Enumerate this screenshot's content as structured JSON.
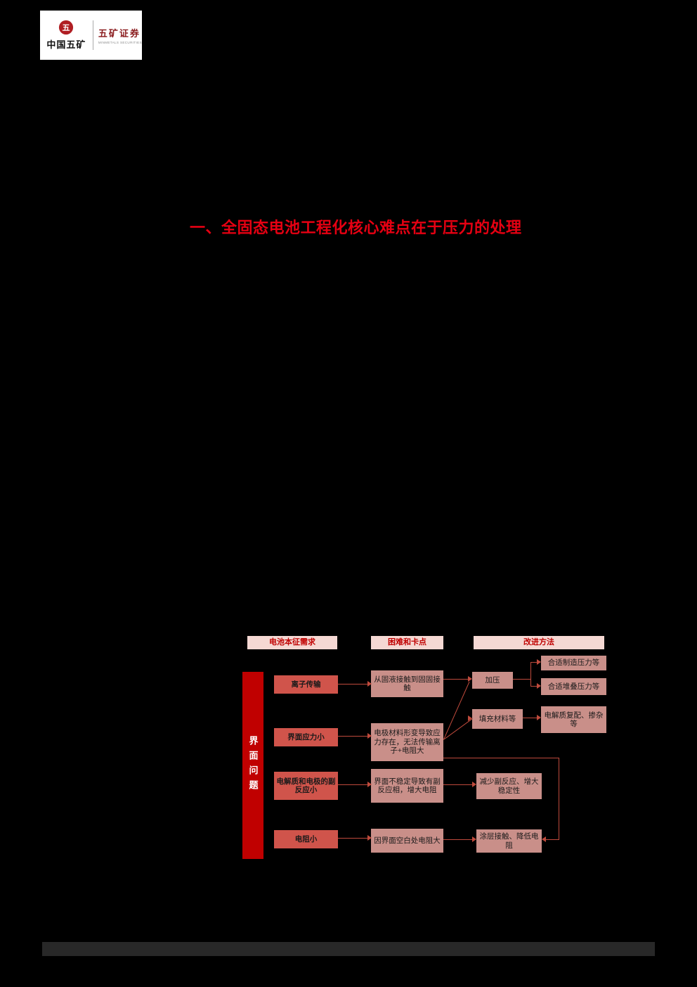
{
  "page": {
    "background_color": "#000000",
    "footer_bar_color": "#282828"
  },
  "logo": {
    "company": "中国五矿",
    "emblem_glyph": "五",
    "brand": "五矿证券",
    "brand_sub": "MINMETALS SECURITIES",
    "brand_color": "#8b1d1f",
    "emblem_color": "#b01e23"
  },
  "heading": {
    "text": "一、全固态电池工程化核心难点在于压力的处理",
    "color": "#e60012"
  },
  "figure": {
    "column_headers": [
      "电池本征需求",
      "困难和卡点",
      "改进方法"
    ],
    "side_label": "界面问题",
    "needs": [
      "离子传输",
      "界面应力小",
      "电解质和电极的副反应小",
      "电阻小"
    ],
    "difficulties": [
      "从固液接触到固固接触",
      "电极材料形变导致应力存在，无法传输离子+电阻大",
      "界面不稳定导致有副反应相，增大电阻",
      "因界面空白处电阻大"
    ],
    "methods": [
      "加压",
      "填充材料等",
      "减少副反应、增大稳定性",
      "涂层接触、降低电阻"
    ],
    "sub_methods": [
      "合适制造压力等",
      "合适堆叠压力等",
      "电解质复配、掺杂等"
    ],
    "colors": {
      "side_bar": "#c00000",
      "need_box": "#d0544b",
      "difficulty_box": "#c98f89",
      "header_box": "#f5d8d3",
      "header_text": "#c00000",
      "connector": "#bf4a3c"
    }
  }
}
